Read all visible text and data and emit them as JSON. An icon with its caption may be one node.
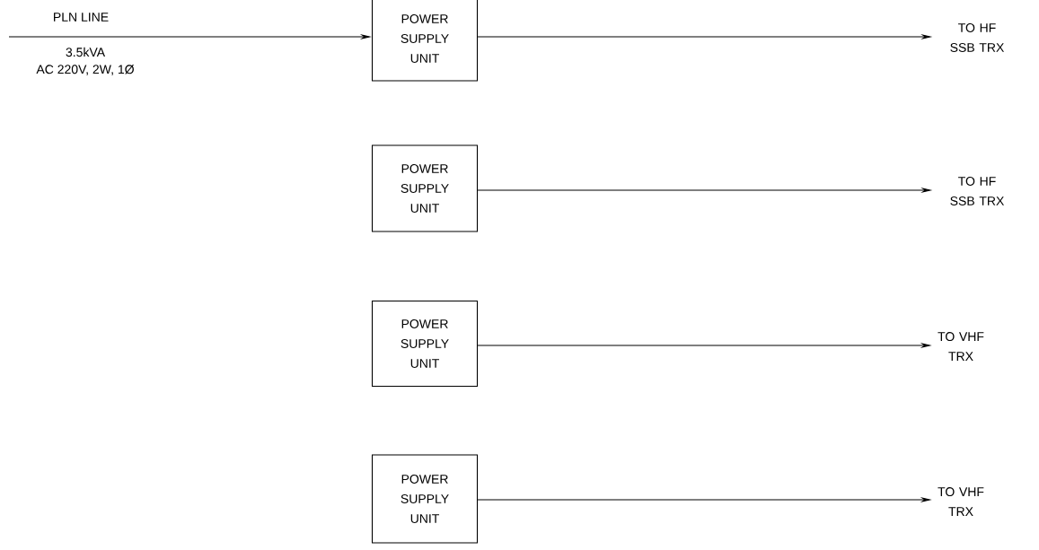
{
  "diagram": {
    "nodes": [
      {
        "text": [
          "POWER SUPPLY UNIT"
        ]
      },
      {
        "text": [
          "POWER SUPPLY UNIT"
        ]
      },
      {
        "text": [
          "POWER SUPPLY UNIT"
        ]
      },
      {
        "text": [
          "POWER SUPPLY UNIT"
        ]
      },
      {
        "text": [
          "TO HF SSB TRX"
        ]
      },
      {
        "text": [
          "TO HF SSB TRX"
        ]
      },
      {
        "text": [
          "TO VHF TRX"
        ]
      },
      {
        "text": [
          "TO VHF TRX"
        ]
      }
    ],
    "edges": [
      {
        "from": null,
        "to": 0,
        "arrow": "to",
        "label": "PLN LINE"
      },
      {
        "from": 0,
        "to": 4,
        "arrow": "to"
      },
      {
        "from": 1,
        "to": 5,
        "arrow": "to"
      },
      {
        "from": 2,
        "to": 6,
        "arrow": "to"
      },
      {
        "from": 3,
        "to": 7,
        "arrow": "to"
      }
    ],
    "labels": [
      "3.5kVA",
      "AC 220V, 2W, 1Ø"
    ]
  }
}
